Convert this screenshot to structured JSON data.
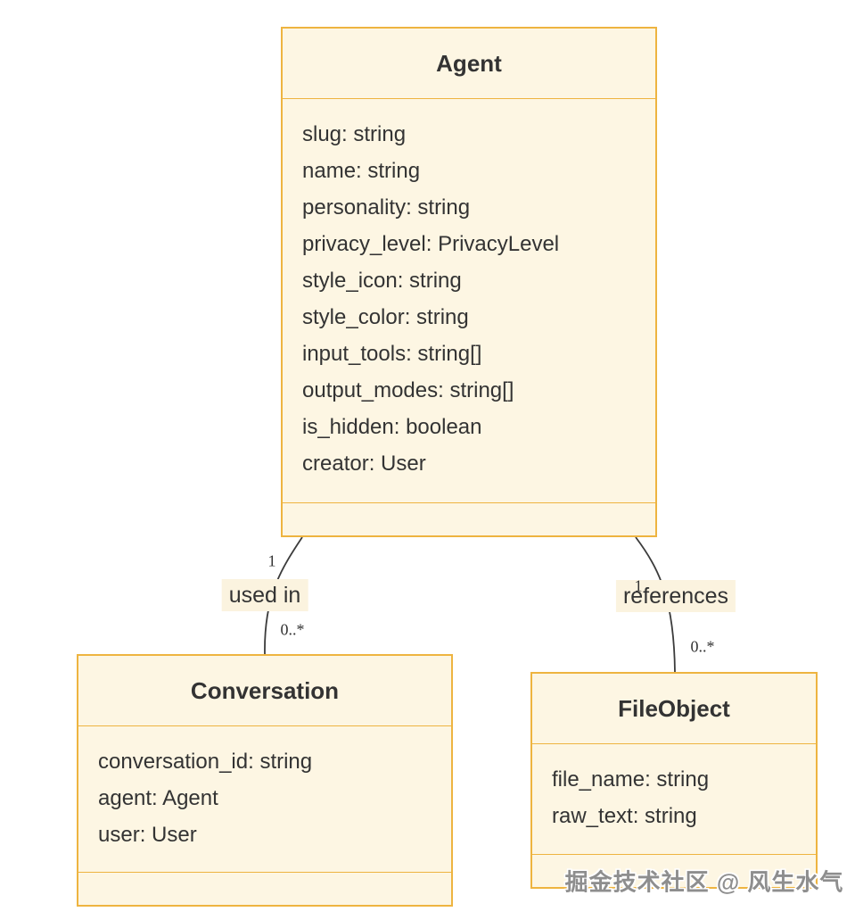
{
  "theme": {
    "box_fill": "#fdf6e3",
    "box_border": "#eeb440",
    "text_color": "#333333",
    "edge_color": "#3b3b3b",
    "label_bg": "#fbf3df",
    "watermark_color": "#8e8e8e"
  },
  "diagram_type": "uml-class-diagram",
  "classes": [
    {
      "title": "Agent",
      "attributes": [
        "slug: string",
        "name: string",
        "personality: string",
        "privacy_level: PrivacyLevel",
        "style_icon: string",
        "style_color: string",
        "input_tools: string[]",
        "output_modes: string[]",
        "is_hidden: boolean",
        "creator: User"
      ],
      "methods": []
    },
    {
      "title": "Conversation",
      "attributes": [
        "conversation_id: string",
        "agent: Agent",
        "user: User"
      ],
      "methods": []
    },
    {
      "title": "FileObject",
      "attributes": [
        "file_name: string",
        "raw_text: string"
      ],
      "methods": []
    }
  ],
  "relations": [
    {
      "from": "Agent",
      "to": "Conversation",
      "label": "used in",
      "source_cardinality": "1",
      "target_cardinality": "0..*"
    },
    {
      "from": "Agent",
      "to": "FileObject",
      "label": "references",
      "source_cardinality": "1",
      "target_cardinality": "0..*"
    }
  ],
  "watermark": "掘金技术社区 @ 风生水气"
}
